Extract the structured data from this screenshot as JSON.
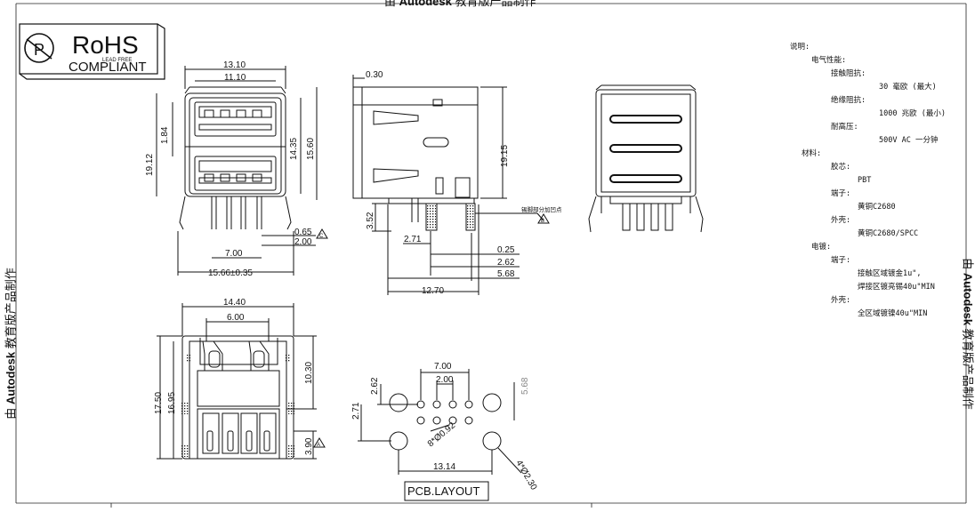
{
  "watermark": {
    "prefix": "由",
    "brand": "Autodesk",
    "suffix": "教育版产品制作"
  },
  "rohs": {
    "title": "RoHS",
    "lead_free": "LEAD FREE",
    "compliant": "COMPLIANT"
  },
  "front_view": {
    "dims": {
      "w_13_10": "13.10",
      "w_11_10": "11.10",
      "h_1_84": "1.84",
      "h_19_12": "19.12",
      "h_14_35": "14.35",
      "h_15_60": "15.60",
      "d_0_65": "0.65",
      "d_2_00": "2.00",
      "d_7_00": "7.00",
      "w_15_66": "15.66±0.35",
      "note_c": "C"
    }
  },
  "side_view": {
    "dims": {
      "d_0_30": "0.30",
      "h_19_15": "19.15",
      "h_3_52": "3.52",
      "d_2_71": "2.71",
      "d_0_25": "0.25",
      "d_2_62": "2.62",
      "d_5_68": "5.68",
      "w_12_70": "12.70",
      "tin_note": "锡脚部分加凹点",
      "note_b": "B"
    }
  },
  "bottom_view": {
    "dims": {
      "w_14_40": "14.40",
      "w_6_00": "6.00",
      "h_17_50": "17.50",
      "h_16_95": "16.95",
      "h_10_30": "10.30",
      "h_3_90": "3.90",
      "note_a": "A"
    }
  },
  "pcb_layout": {
    "title": "PCB.LAYOUT",
    "dims": {
      "w_7_00": "7.00",
      "w_2_00": "2.00",
      "h_2_62": "2.62",
      "h_5_68": "5.68",
      "h_2_71": "2.71",
      "holes_small": "8*Ø0.92",
      "holes_large": "4*Ø2.30",
      "w_13_14": "13.14"
    }
  },
  "notes": {
    "title": "说明:",
    "electrical": "电气性能:",
    "contact_resistance": "接触阻抗:",
    "contact_resistance_val": "30 毫欧 (最大)",
    "insulation": "绝缘阻抗:",
    "insulation_val": "1000 兆欧 (最小)",
    "withstand": "耐高压:",
    "withstand_val": "500V AC 一分钟",
    "materials": "材料:",
    "insulator": "胶芯:",
    "insulator_val": "PBT",
    "terminal": "端子:",
    "terminal_val": "黄铜C2680",
    "shell": "外壳:",
    "shell_val": "黄铜C2680/SPCC",
    "plating": "电镀:",
    "plating_terminal": "端子:",
    "plating_terminal_val1": "接触区域镀金1u\",",
    "plating_terminal_val2": "焊接区镀亮锡40u\"MIN",
    "plating_shell": "外壳:",
    "plating_shell_val": "全区域镀镍40u\"MIN"
  }
}
